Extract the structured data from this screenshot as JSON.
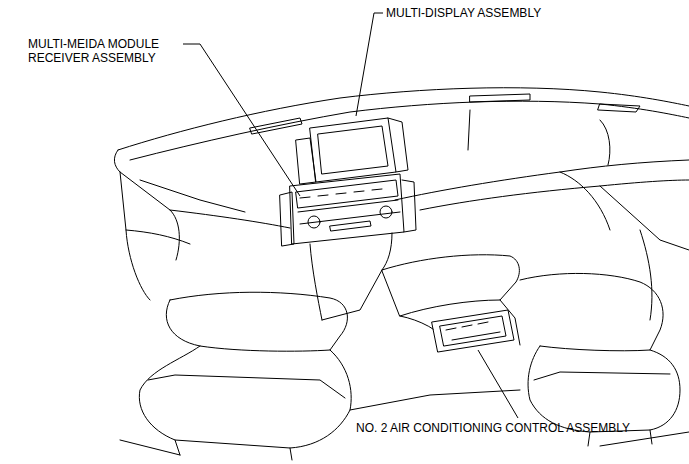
{
  "diagram": {
    "labels": [
      "MULTI-DISPLAY ASSEMBLY",
      "MULTI-MEIDA MODULE RECEIVER ASSEMBLY",
      "NO. 2 AIR CONDITIONING CONTROL ASSEMBLY"
    ]
  }
}
